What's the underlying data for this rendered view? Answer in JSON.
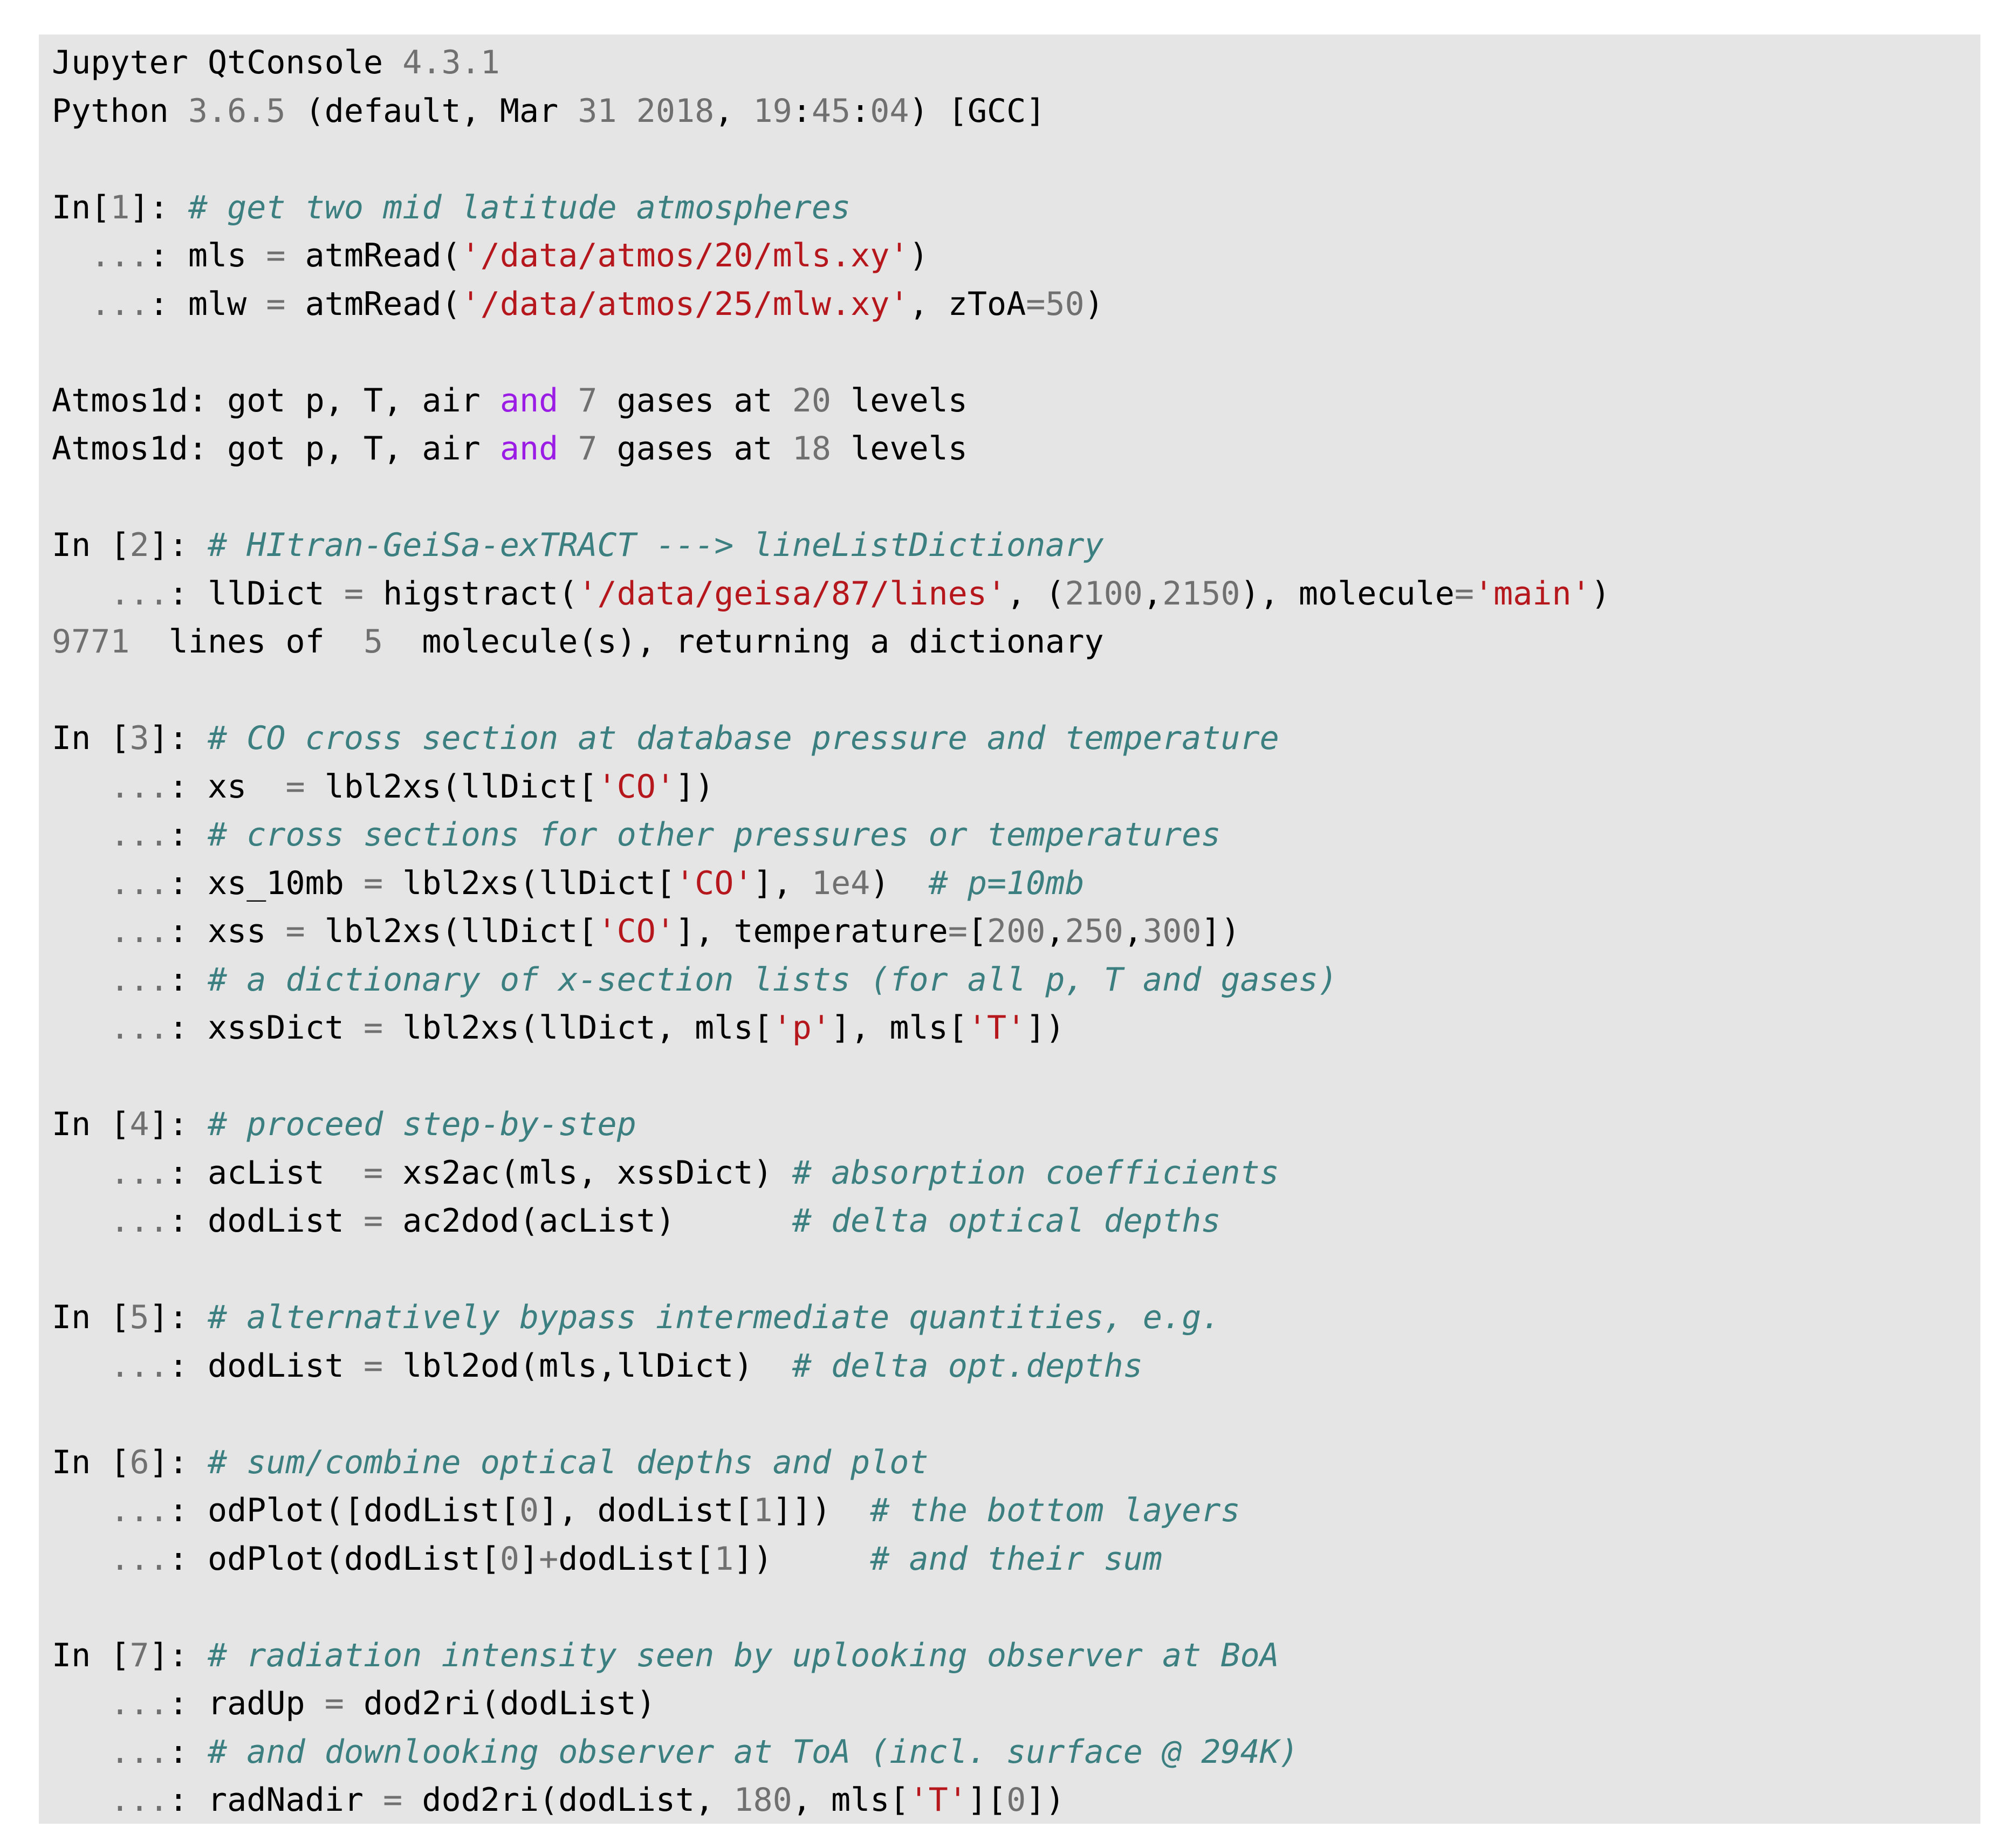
{
  "console": {
    "app": "Jupyter QtConsole",
    "colors": {
      "background": "#e5e5e5",
      "text": "#000000",
      "number": "#707070",
      "string": "#b5171c",
      "comment": "#3c7f80",
      "keyword": "#9a1ce5",
      "prompt_dots": "#707070"
    },
    "lines": [
      {
        "kind": "banner",
        "tokens": [
          {
            "t": "Jupyter QtConsole "
          },
          {
            "t": "4.3.1",
            "c": "n"
          }
        ]
      },
      {
        "kind": "banner",
        "tokens": [
          {
            "t": "Python "
          },
          {
            "t": "3.6.5",
            "c": "n"
          },
          {
            "t": " (default, Mar "
          },
          {
            "t": "31",
            "c": "n"
          },
          {
            "t": " "
          },
          {
            "t": "2018",
            "c": "n"
          },
          {
            "t": ", "
          },
          {
            "t": "19",
            "c": "n"
          },
          {
            "t": ":"
          },
          {
            "t": "45",
            "c": "n"
          },
          {
            "t": ":"
          },
          {
            "t": "04",
            "c": "n"
          },
          {
            "t": ") [GCC]"
          }
        ]
      },
      {
        "kind": "blank",
        "tokens": []
      },
      {
        "kind": "input",
        "tokens": [
          {
            "t": "In["
          },
          {
            "t": "1",
            "c": "n"
          },
          {
            "t": "]: "
          },
          {
            "t": "# get two mid latitude atmospheres",
            "c": "c"
          }
        ]
      },
      {
        "kind": "input",
        "tokens": [
          {
            "t": "  ...",
            "c": "o"
          },
          {
            "t": ": mls "
          },
          {
            "t": "=",
            "c": "o"
          },
          {
            "t": " atmRead("
          },
          {
            "t": "'/data/atmos/20/mls.xy'",
            "c": "s"
          },
          {
            "t": ")"
          }
        ]
      },
      {
        "kind": "input",
        "tokens": [
          {
            "t": "  ...",
            "c": "o"
          },
          {
            "t": ": mlw "
          },
          {
            "t": "=",
            "c": "o"
          },
          {
            "t": " atmRead("
          },
          {
            "t": "'/data/atmos/25/mlw.xy'",
            "c": "s"
          },
          {
            "t": ", zToA"
          },
          {
            "t": "=",
            "c": "o"
          },
          {
            "t": "50",
            "c": "n"
          },
          {
            "t": ")"
          }
        ]
      },
      {
        "kind": "blank",
        "tokens": []
      },
      {
        "kind": "output",
        "tokens": [
          {
            "t": "Atmos1d: got p, T, air "
          },
          {
            "t": "and",
            "c": "k"
          },
          {
            "t": " "
          },
          {
            "t": "7",
            "c": "n"
          },
          {
            "t": " gases at "
          },
          {
            "t": "20",
            "c": "n"
          },
          {
            "t": " levels"
          }
        ]
      },
      {
        "kind": "output",
        "tokens": [
          {
            "t": "Atmos1d: got p, T, air "
          },
          {
            "t": "and",
            "c": "k"
          },
          {
            "t": " "
          },
          {
            "t": "7",
            "c": "n"
          },
          {
            "t": " gases at "
          },
          {
            "t": "18",
            "c": "n"
          },
          {
            "t": " levels"
          }
        ]
      },
      {
        "kind": "blank",
        "tokens": []
      },
      {
        "kind": "input",
        "tokens": [
          {
            "t": "In ["
          },
          {
            "t": "2",
            "c": "n"
          },
          {
            "t": "]: "
          },
          {
            "t": "# HItran-GeiSa-exTRACT ---> lineListDictionary",
            "c": "c"
          }
        ]
      },
      {
        "kind": "input",
        "tokens": [
          {
            "t": "   ...",
            "c": "o"
          },
          {
            "t": ": llDict "
          },
          {
            "t": "=",
            "c": "o"
          },
          {
            "t": " higstract("
          },
          {
            "t": "'/data/geisa/87/lines'",
            "c": "s"
          },
          {
            "t": ", ("
          },
          {
            "t": "2100",
            "c": "n"
          },
          {
            "t": ","
          },
          {
            "t": "2150",
            "c": "n"
          },
          {
            "t": "), molecule"
          },
          {
            "t": "=",
            "c": "o"
          },
          {
            "t": "'main'",
            "c": "s"
          },
          {
            "t": ")"
          }
        ]
      },
      {
        "kind": "output",
        "tokens": [
          {
            "t": "9771",
            "c": "n"
          },
          {
            "t": "  lines of  "
          },
          {
            "t": "5",
            "c": "n"
          },
          {
            "t": "  molecule(s), returning a dictionary"
          }
        ]
      },
      {
        "kind": "blank",
        "tokens": []
      },
      {
        "kind": "input",
        "tokens": [
          {
            "t": "In ["
          },
          {
            "t": "3",
            "c": "n"
          },
          {
            "t": "]: "
          },
          {
            "t": "# CO cross section at database pressure and temperature",
            "c": "c"
          }
        ]
      },
      {
        "kind": "input",
        "tokens": [
          {
            "t": "   ...",
            "c": "o"
          },
          {
            "t": ": xs  "
          },
          {
            "t": "=",
            "c": "o"
          },
          {
            "t": " lbl2xs(llDict["
          },
          {
            "t": "'CO'",
            "c": "s"
          },
          {
            "t": "])"
          }
        ]
      },
      {
        "kind": "input",
        "tokens": [
          {
            "t": "   ...",
            "c": "o"
          },
          {
            "t": ": "
          },
          {
            "t": "# cross sections for other pressures or temperatures",
            "c": "c"
          }
        ]
      },
      {
        "kind": "input",
        "tokens": [
          {
            "t": "   ...",
            "c": "o"
          },
          {
            "t": ": xs_10mb "
          },
          {
            "t": "=",
            "c": "o"
          },
          {
            "t": " lbl2xs(llDict["
          },
          {
            "t": "'CO'",
            "c": "s"
          },
          {
            "t": "], "
          },
          {
            "t": "1e4",
            "c": "n"
          },
          {
            "t": ")  "
          },
          {
            "t": "# p=10mb",
            "c": "c"
          }
        ]
      },
      {
        "kind": "input",
        "tokens": [
          {
            "t": "   ...",
            "c": "o"
          },
          {
            "t": ": xss "
          },
          {
            "t": "=",
            "c": "o"
          },
          {
            "t": " lbl2xs(llDict["
          },
          {
            "t": "'CO'",
            "c": "s"
          },
          {
            "t": "], temperature"
          },
          {
            "t": "=",
            "c": "o"
          },
          {
            "t": "["
          },
          {
            "t": "200",
            "c": "n"
          },
          {
            "t": ","
          },
          {
            "t": "250",
            "c": "n"
          },
          {
            "t": ","
          },
          {
            "t": "300",
            "c": "n"
          },
          {
            "t": "])"
          }
        ]
      },
      {
        "kind": "input",
        "tokens": [
          {
            "t": "   ...",
            "c": "o"
          },
          {
            "t": ": "
          },
          {
            "t": "# a dictionary of x-section lists (for all p, T and gases)",
            "c": "c"
          }
        ]
      },
      {
        "kind": "input",
        "tokens": [
          {
            "t": "   ...",
            "c": "o"
          },
          {
            "t": ": xssDict "
          },
          {
            "t": "=",
            "c": "o"
          },
          {
            "t": " lbl2xs(llDict, mls["
          },
          {
            "t": "'p'",
            "c": "s"
          },
          {
            "t": "], mls["
          },
          {
            "t": "'T'",
            "c": "s"
          },
          {
            "t": "])"
          }
        ]
      },
      {
        "kind": "blank",
        "tokens": []
      },
      {
        "kind": "input",
        "tokens": [
          {
            "t": "In ["
          },
          {
            "t": "4",
            "c": "n"
          },
          {
            "t": "]: "
          },
          {
            "t": "# proceed step-by-step",
            "c": "c"
          }
        ]
      },
      {
        "kind": "input",
        "tokens": [
          {
            "t": "   ...",
            "c": "o"
          },
          {
            "t": ": acList  "
          },
          {
            "t": "=",
            "c": "o"
          },
          {
            "t": " xs2ac(mls, xssDict) "
          },
          {
            "t": "# absorption coefficients",
            "c": "c"
          }
        ]
      },
      {
        "kind": "input",
        "tokens": [
          {
            "t": "   ...",
            "c": "o"
          },
          {
            "t": ": dodList "
          },
          {
            "t": "=",
            "c": "o"
          },
          {
            "t": " ac2dod(acList)      "
          },
          {
            "t": "# delta optical depths",
            "c": "c"
          }
        ]
      },
      {
        "kind": "blank",
        "tokens": []
      },
      {
        "kind": "input",
        "tokens": [
          {
            "t": "In ["
          },
          {
            "t": "5",
            "c": "n"
          },
          {
            "t": "]: "
          },
          {
            "t": "# alternatively bypass intermediate quantities, e.g.",
            "c": "c"
          }
        ]
      },
      {
        "kind": "input",
        "tokens": [
          {
            "t": "   ...",
            "c": "o"
          },
          {
            "t": ": dodList "
          },
          {
            "t": "=",
            "c": "o"
          },
          {
            "t": " lbl2od(mls,llDict)  "
          },
          {
            "t": "# delta opt.depths",
            "c": "c"
          }
        ]
      },
      {
        "kind": "blank",
        "tokens": []
      },
      {
        "kind": "input",
        "tokens": [
          {
            "t": "In ["
          },
          {
            "t": "6",
            "c": "n"
          },
          {
            "t": "]: "
          },
          {
            "t": "# sum/combine optical depths and plot",
            "c": "c"
          }
        ]
      },
      {
        "kind": "input",
        "tokens": [
          {
            "t": "   ...",
            "c": "o"
          },
          {
            "t": ": odPlot([dodList["
          },
          {
            "t": "0",
            "c": "n"
          },
          {
            "t": "], dodList["
          },
          {
            "t": "1",
            "c": "n"
          },
          {
            "t": "]])  "
          },
          {
            "t": "# the bottom layers",
            "c": "c"
          }
        ]
      },
      {
        "kind": "input",
        "tokens": [
          {
            "t": "   ...",
            "c": "o"
          },
          {
            "t": ": odPlot(dodList["
          },
          {
            "t": "0",
            "c": "n"
          },
          {
            "t": "]"
          },
          {
            "t": "+",
            "c": "o"
          },
          {
            "t": "dodList["
          },
          {
            "t": "1",
            "c": "n"
          },
          {
            "t": "])     "
          },
          {
            "t": "# and their sum",
            "c": "c"
          }
        ]
      },
      {
        "kind": "blank",
        "tokens": []
      },
      {
        "kind": "input",
        "tokens": [
          {
            "t": "In ["
          },
          {
            "t": "7",
            "c": "n"
          },
          {
            "t": "]: "
          },
          {
            "t": "# radiation intensity seen by uplooking observer at BoA",
            "c": "c"
          }
        ]
      },
      {
        "kind": "input",
        "tokens": [
          {
            "t": "   ...",
            "c": "o"
          },
          {
            "t": ": radUp "
          },
          {
            "t": "=",
            "c": "o"
          },
          {
            "t": " dod2ri(dodList)"
          }
        ]
      },
      {
        "kind": "input",
        "tokens": [
          {
            "t": "   ...",
            "c": "o"
          },
          {
            "t": ": "
          },
          {
            "t": "# and downlooking observer at ToA (incl. surface @ 294K)",
            "c": "c"
          }
        ]
      },
      {
        "kind": "input",
        "tokens": [
          {
            "t": "   ...",
            "c": "o"
          },
          {
            "t": ": radNadir "
          },
          {
            "t": "=",
            "c": "o"
          },
          {
            "t": " dod2ri(dodList, "
          },
          {
            "t": "180",
            "c": "n"
          },
          {
            "t": ", mls["
          },
          {
            "t": "'T'",
            "c": "s"
          },
          {
            "t": "]["
          },
          {
            "t": "0",
            "c": "n"
          },
          {
            "t": "])"
          }
        ]
      }
    ]
  }
}
